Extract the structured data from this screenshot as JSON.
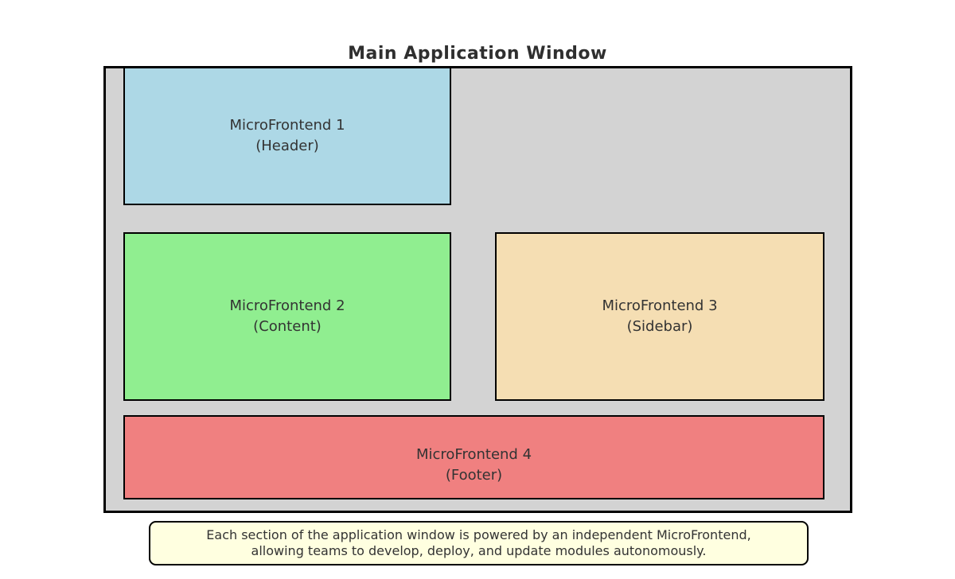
{
  "title": "Main Application Window",
  "colors": {
    "window_background": "#d3d3d3",
    "outline": "#000000",
    "text": "#333333",
    "caption_background": "#ffffe0"
  },
  "modules": [
    {
      "name": "MicroFrontend 1",
      "role": "(Header)",
      "color": "#add8e6"
    },
    {
      "name": "MicroFrontend 2",
      "role": "(Content)",
      "color": "#90ee90"
    },
    {
      "name": "MicroFrontend 3",
      "role": "(Sidebar)",
      "color": "#f5deb3"
    },
    {
      "name": "MicroFrontend 4",
      "role": "(Footer)",
      "color": "#f08080"
    }
  ],
  "caption": {
    "line1": "Each section of the application window is powered by an independent MicroFrontend,",
    "line2": "allowing teams to develop, deploy, and update modules autonomously."
  }
}
